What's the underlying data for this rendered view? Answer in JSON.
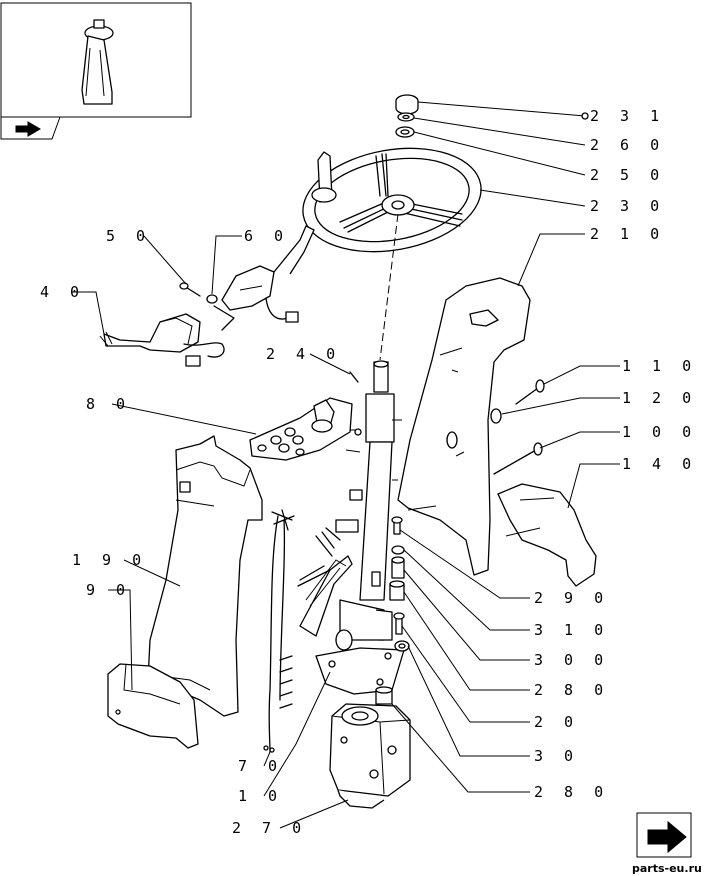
{
  "callouts": [
    {
      "id": "c231",
      "text": "2 3 1"
    },
    {
      "id": "c260",
      "text": "2 6 0"
    },
    {
      "id": "c250",
      "text": "2 5 0"
    },
    {
      "id": "c230",
      "text": "2 3 0"
    },
    {
      "id": "c210",
      "text": "2 1 0"
    },
    {
      "id": "c110",
      "text": "1 1 0"
    },
    {
      "id": "c120",
      "text": "1 2 0"
    },
    {
      "id": "c100",
      "text": "1 0 0"
    },
    {
      "id": "c140",
      "text": "1 4 0"
    },
    {
      "id": "c290",
      "text": "2 9 0"
    },
    {
      "id": "c310",
      "text": "3 1 0"
    },
    {
      "id": "c300",
      "text": "3 0 0"
    },
    {
      "id": "c280a",
      "text": "2 8 0"
    },
    {
      "id": "c20",
      "text": "2 0"
    },
    {
      "id": "c30",
      "text": "3 0"
    },
    {
      "id": "c280b",
      "text": "2 8 0"
    },
    {
      "id": "c50",
      "text": "5 0"
    },
    {
      "id": "c60",
      "text": "6 0"
    },
    {
      "id": "c40",
      "text": "4 0"
    },
    {
      "id": "c240",
      "text": "2 4 0"
    },
    {
      "id": "c80",
      "text": "8 0"
    },
    {
      "id": "c190",
      "text": "1 9 0"
    },
    {
      "id": "c90",
      "text": "9 0"
    },
    {
      "id": "c70",
      "text": "7 0"
    },
    {
      "id": "c10",
      "text": "1 0"
    },
    {
      "id": "c270",
      "text": "2 7 0"
    }
  ],
  "watermark": "parts-eu.ru",
  "icons": {
    "nav_icon": "page-arrow-icon",
    "corner_icon": "next-page-icon"
  }
}
